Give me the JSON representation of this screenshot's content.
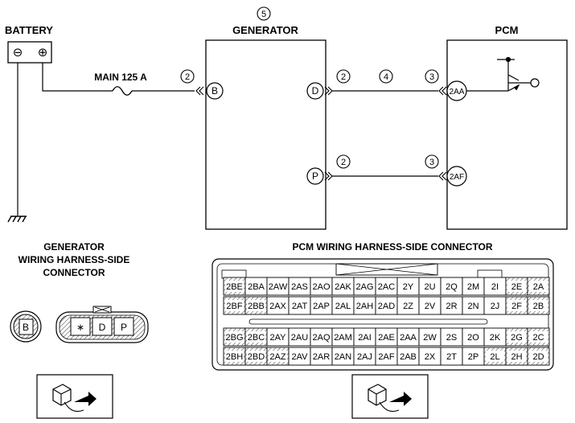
{
  "labels": {
    "battery": "BATTERY",
    "generator": "GENERATOR",
    "pcm": "PCM",
    "fuse": "MAIN 125 A",
    "gen_connector_title": [
      "GENERATOR",
      "WIRING HARNESS-SIDE",
      "CONNECTOR"
    ],
    "pcm_connector_title": "PCM WIRING HARNESS-SIDE CONNECTOR"
  },
  "callouts": {
    "generator": "5",
    "fuse_wire": "2",
    "d_wire_a": "2",
    "d_wire_b": "4",
    "d_wire_c": "3",
    "p_wire_a": "2",
    "p_wire_c": "3"
  },
  "battery_terminals": {
    "negative": "⊖",
    "positive": "⊕"
  },
  "terminals": {
    "gen_b": "B",
    "gen_d": "D",
    "gen_p": "P",
    "pcm_2aa": "2AA",
    "pcm_2af": "2AF"
  },
  "gen_connector": {
    "single_pin": "B",
    "pins": [
      "∗",
      "D",
      "P"
    ]
  },
  "pcm_connector": {
    "row1": [
      "2BE",
      "2BA",
      "2AW",
      "2AS",
      "2AO",
      "2AK",
      "2AG",
      "2AC",
      "2Y",
      "2U",
      "2Q",
      "2M",
      "2I",
      "2E",
      "2A"
    ],
    "row2": [
      "2BF",
      "2BB",
      "2AX",
      "2AT",
      "2AP",
      "2AL",
      "2AH",
      "2AD",
      "2Z",
      "2V",
      "2R",
      "2N",
      "2J",
      "2F",
      "2B"
    ],
    "row3": [
      "2BG",
      "2BC",
      "2AY",
      "2AU",
      "2AQ",
      "2AM",
      "2AI",
      "2AE",
      "2AA",
      "2W",
      "2S",
      "2O",
      "2K",
      "2G",
      "2C"
    ],
    "row4": [
      "2BH",
      "2BD",
      "2AZ",
      "2AV",
      "2AR",
      "2AN",
      "2AJ",
      "2AF",
      "2AB",
      "2X",
      "2T",
      "2P",
      "2L",
      "2H",
      "2D"
    ]
  }
}
